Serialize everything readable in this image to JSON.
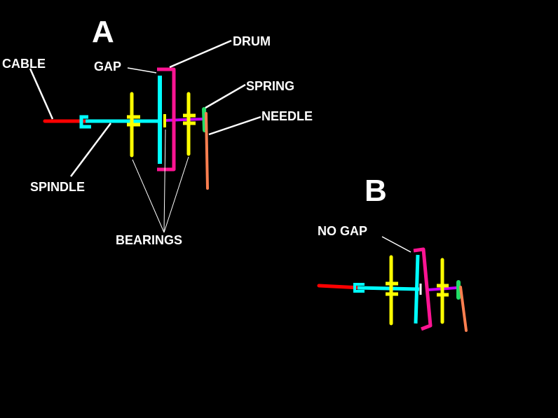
{
  "diagram_a": {
    "title": "A",
    "labels": {
      "cable": "CABLE",
      "gap": "GAP",
      "drum": "DRUM",
      "spring": "SPRING",
      "needle": "NEEDLE",
      "spindle": "SPINDLE",
      "bearings": "BEARINGS"
    }
  },
  "diagram_b": {
    "title": "B",
    "labels": {
      "no_gap": "NO GAP"
    }
  },
  "colors": {
    "background": "#000000",
    "cable": "#ff0000",
    "spindle": "#00ffff",
    "bearing": "#ffff00",
    "drum": "#ff1493",
    "spring": "#22dd66",
    "needle": "#ff7f50",
    "shaft": "#cc00ff",
    "label": "#ffffff"
  }
}
